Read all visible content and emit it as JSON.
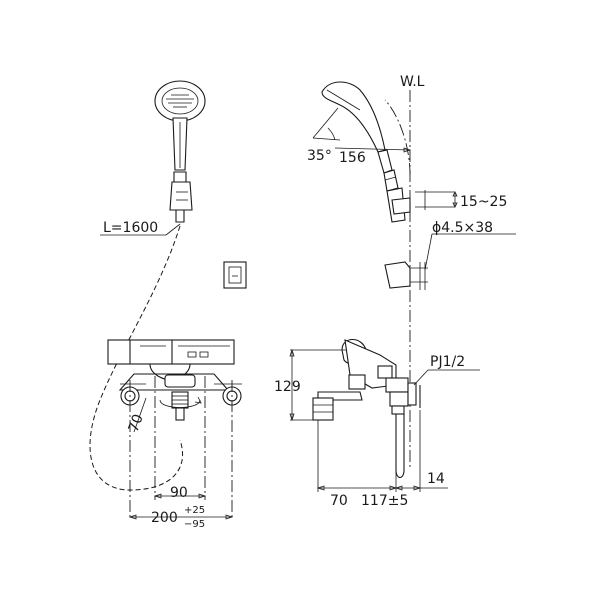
{
  "labels": {
    "wl": "W.L",
    "angle": "35°",
    "r156": "156",
    "r15_25": "15~25",
    "phi": "ϕ4.5×38",
    "l1600": "L=1600",
    "pj": "PJ1/2",
    "h129": "129",
    "d70a": "70",
    "d90": "90",
    "d200": "200",
    "tolUp": "+25",
    "tolDn": "−95",
    "d70b": "70",
    "d117": "117±5",
    "d14": "14"
  }
}
